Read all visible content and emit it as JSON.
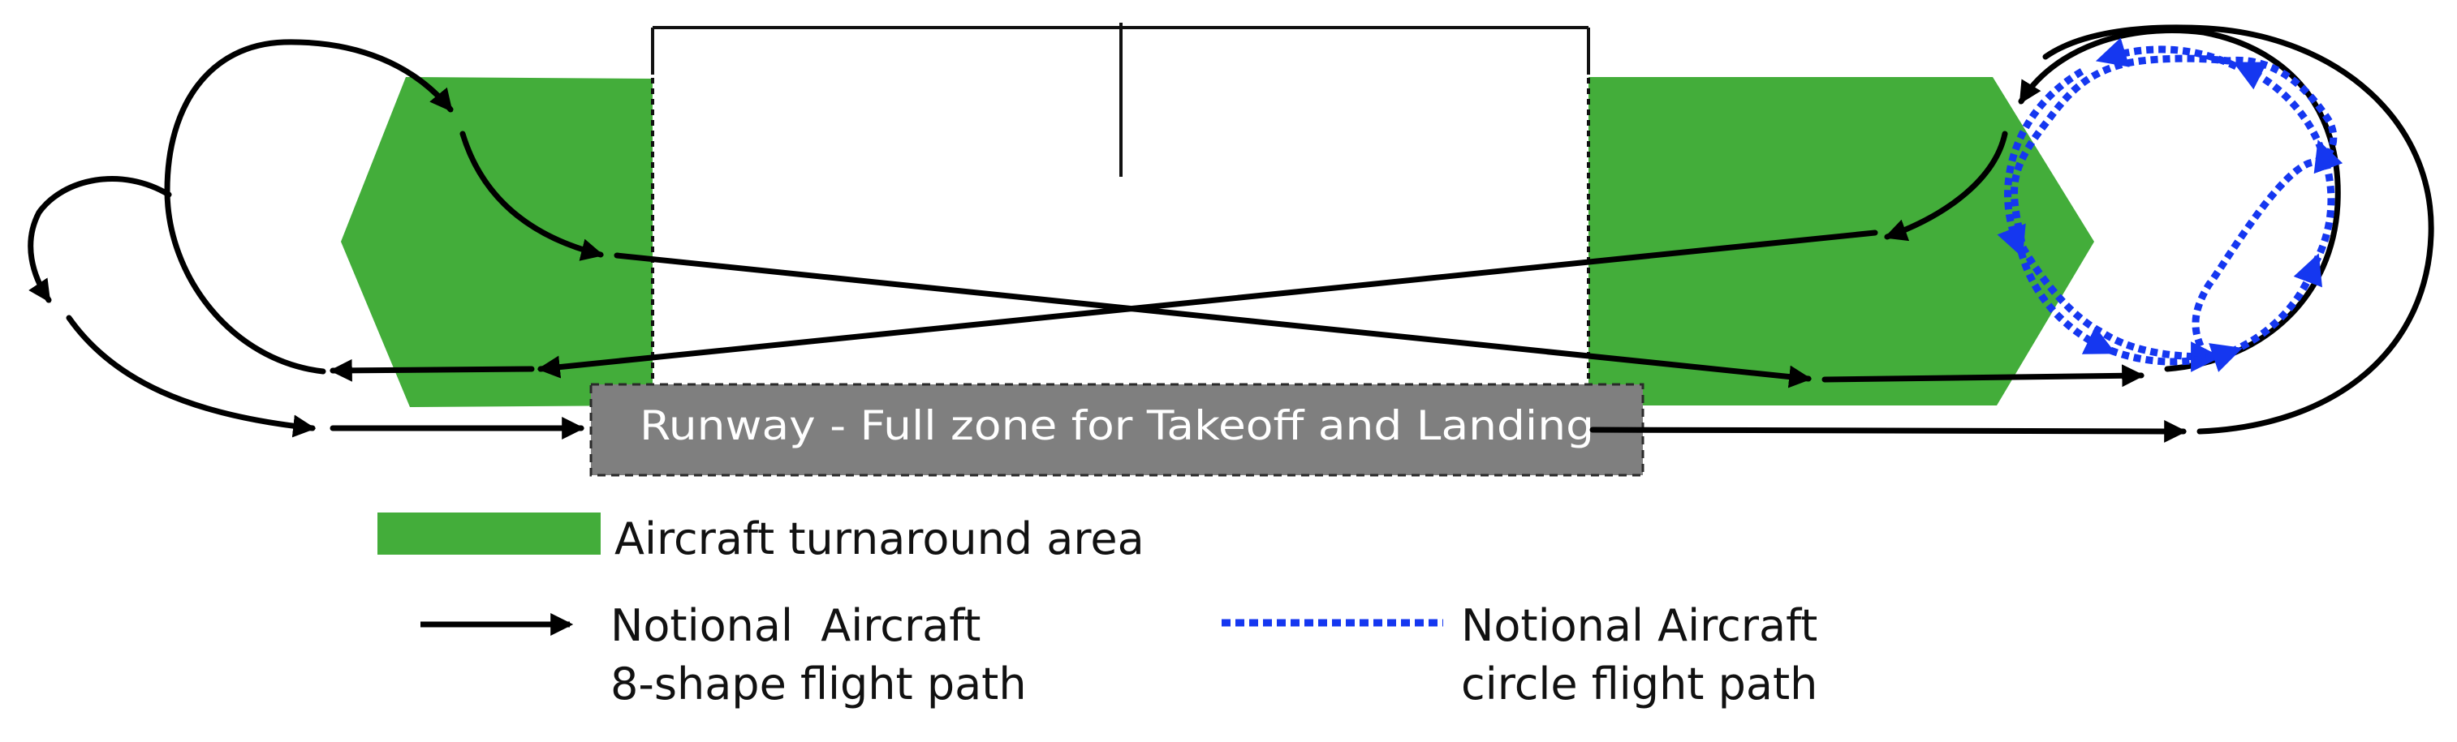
{
  "colors": {
    "turnaround_fill": "#43AD3A",
    "runway_fill": "#7F7F7F",
    "runway_text": "#FFFFFF",
    "path_black": "#000000",
    "path_blue": "#1537F0",
    "legend_text": "#111111"
  },
  "runway": {
    "label": "Runway - Full zone for Takeoff and Landing"
  },
  "legend": {
    "turnaround": {
      "label": "Aircraft turnaround area",
      "swatch_icon": "green-rectangle"
    },
    "eight_shape": {
      "line1": "Notional  Aircraft",
      "line2": "8-shape flight path",
      "icon": "black-arrow-line"
    },
    "circle": {
      "line1": "Notional Aircraft",
      "line2": "circle flight path",
      "icon": "blue-dotted-line"
    }
  }
}
